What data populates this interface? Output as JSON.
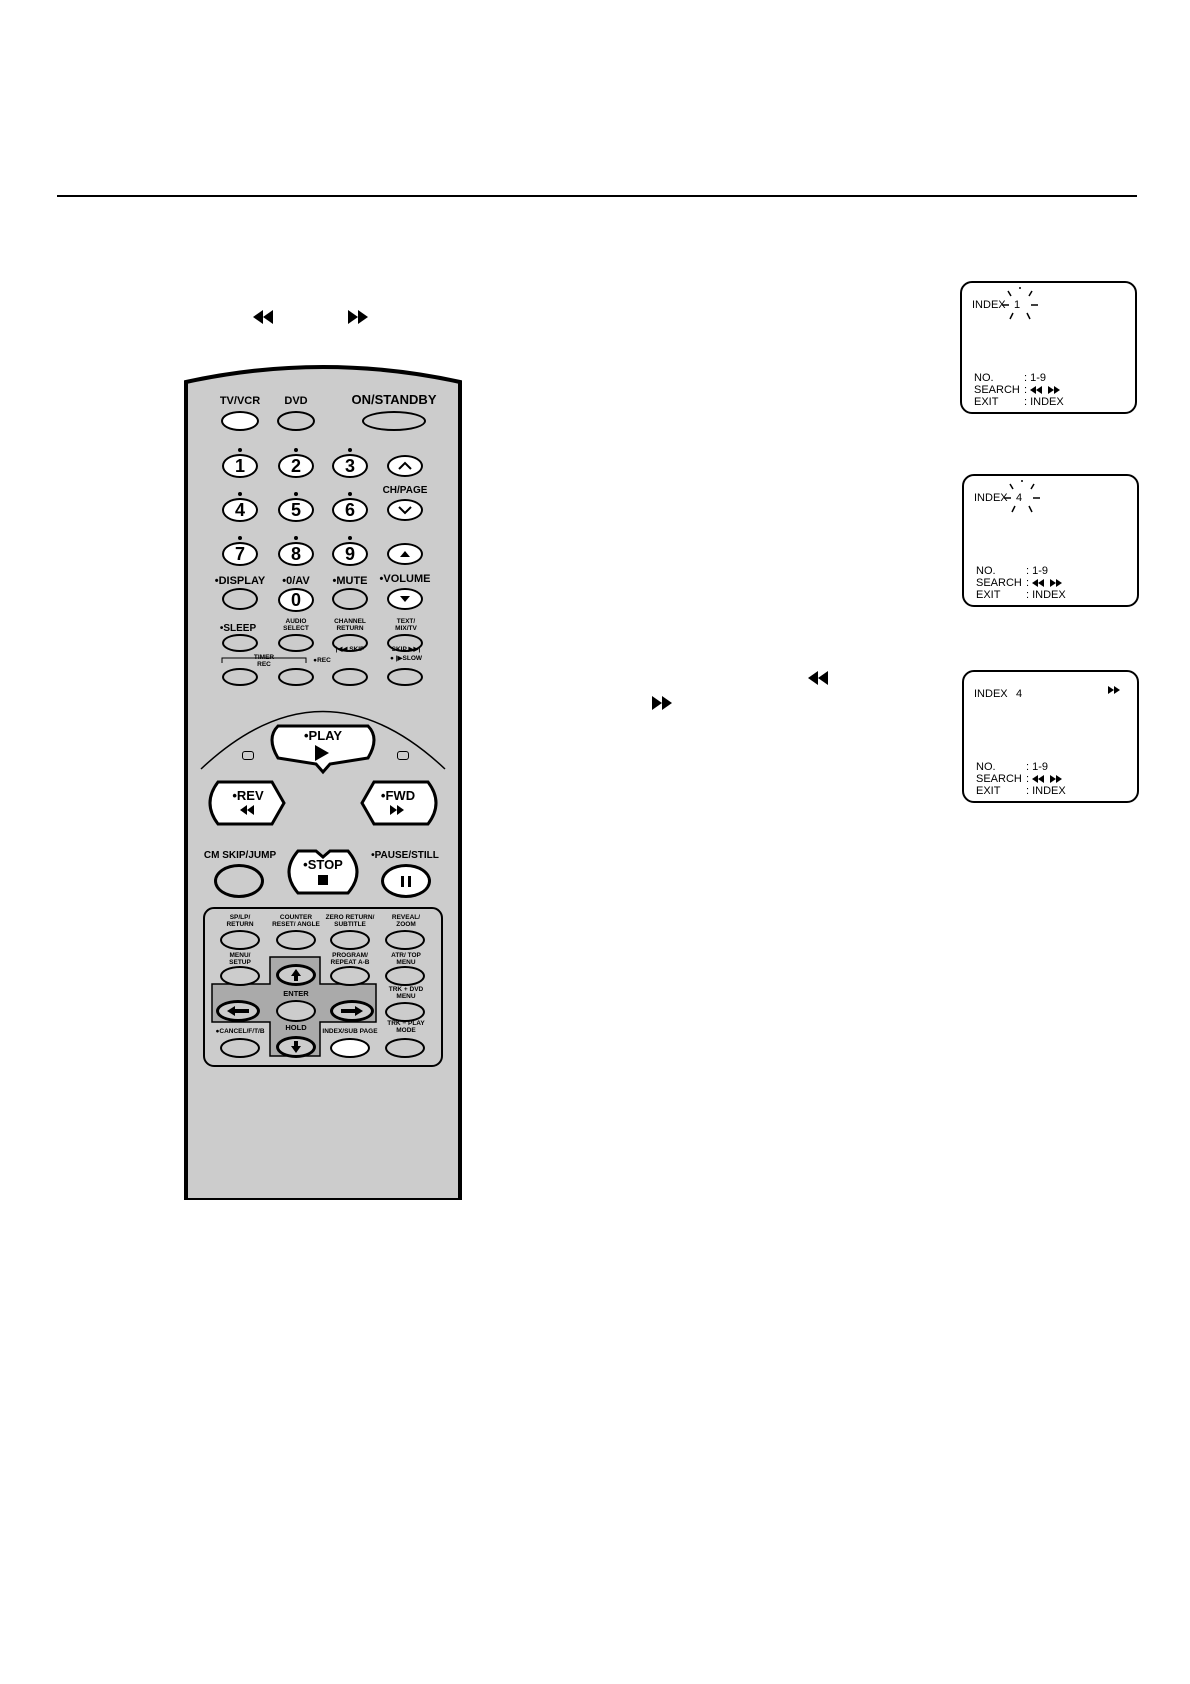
{
  "header_symbols": {
    "rev": "rev-symbol",
    "fwd": "fwd-symbol"
  },
  "remote": {
    "top": {
      "tvvcr": "TV/VCR",
      "dvd": "DVD",
      "on_standby": "ON/STANDBY"
    },
    "digits": [
      "1",
      "2",
      "3",
      "4",
      "5",
      "6",
      "7",
      "8",
      "9",
      "0"
    ],
    "ch_page": "CH/PAGE",
    "display": "DISPLAY",
    "zero_av": "0/AV",
    "mute": "MUTE",
    "volume": "VOLUME",
    "sleep": "SLEEP",
    "audio_select": "AUDIO SELECT",
    "channel_return": "CHANNEL RETURN",
    "text_mix_tv": "TEXT/ MIX/TV",
    "timer_rec": "TIMER REC",
    "rec": "REC",
    "skip_back": "SKIP",
    "skip_fwd": "SKIP",
    "slow": "SLOW",
    "play": "PLAY",
    "rev": "REV",
    "fwd": "FWD",
    "cm_skip": "CM SKIP/JUMP",
    "stop": "STOP",
    "pause": "PAUSE/STILL",
    "sp_lp": "SP/LP/ RETURN",
    "counter_reset": "COUNTER RESET/ ANGLE",
    "zero_return": "ZERO RETURN/ SUBTITLE",
    "reveal": "REVEAL/ ZOOM",
    "menu": "MENU/ SETUP",
    "program": "PROGRAM/ REPEAT A-B",
    "atr": "ATR/ TOP MENU",
    "enter": "ENTER",
    "trk_plus": "TRK + DVD MENU",
    "hold": "HOLD",
    "cancel": "CANCEL/F/T/B",
    "index_subpage": "INDEX/SUB PAGE",
    "trk_minus": "TRK − PLAY MODE"
  },
  "screens": [
    {
      "index_label": "INDEX",
      "index_value": "1",
      "no_key": "NO.",
      "no_val": ": 1-9",
      "search_key": "SEARCH",
      "exit_key": "EXIT",
      "exit_val": ": INDEX"
    },
    {
      "index_label": "INDEX",
      "index_value": "4",
      "no_key": "NO.",
      "no_val": ": 1-9",
      "search_key": "SEARCH",
      "exit_key": "EXIT",
      "exit_val": ": INDEX"
    },
    {
      "index_label": "INDEX",
      "index_value": "4",
      "no_key": "NO.",
      "no_val": ": 1-9",
      "search_key": "SEARCH",
      "exit_key": "EXIT",
      "exit_val": ": INDEX"
    }
  ]
}
